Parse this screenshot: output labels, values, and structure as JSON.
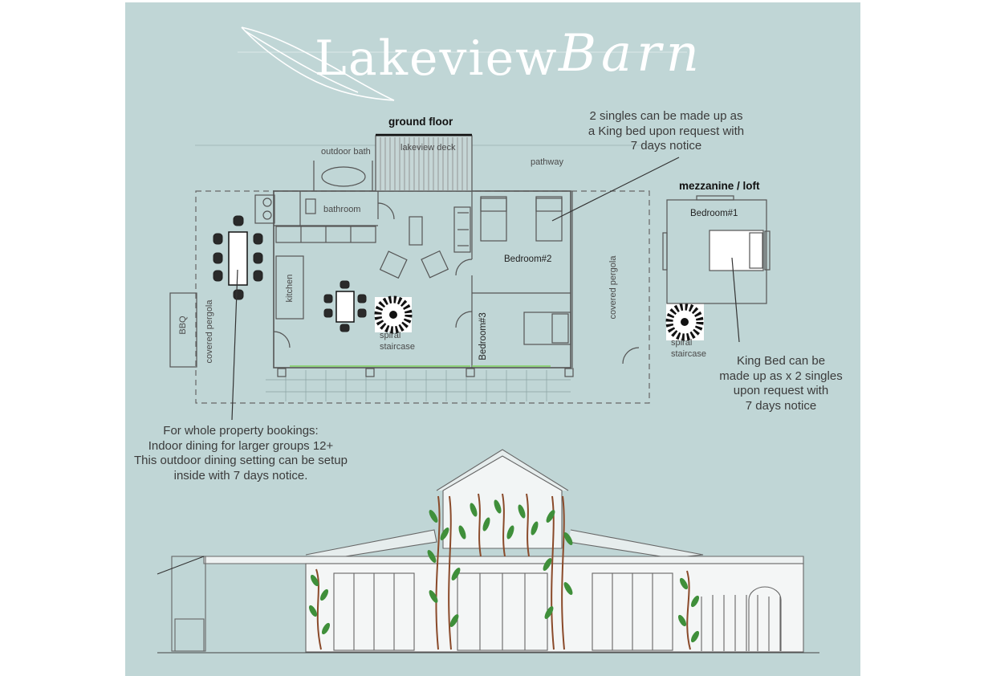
{
  "title": {
    "main": "Lakeview",
    "script": "Barn"
  },
  "ground_floor": {
    "heading": "ground floor",
    "labels": {
      "outdoor_bath": "outdoor bath",
      "lakeview_deck": "lakeview deck",
      "pathway": "pathway",
      "bathroom": "bathroom",
      "kitchen": "kitchen",
      "bbq": "BBQ",
      "covered_pergola_left": "covered pergola",
      "covered_pergola_right": "covered pergola",
      "spiral_staircase": "spiral\nstaircase",
      "bedroom2": "Bedroom#2",
      "bedroom3": "Bedroom#3"
    }
  },
  "mezzanine": {
    "heading": "mezzanine / loft",
    "bedroom1": "Bedroom#1",
    "spiral_staircase": "spiral\nstaircase"
  },
  "notes": {
    "singles": "2 singles can be made up as\na King bed upon request with\n7 days notice",
    "king": "King Bed can be\nmade up as x 2 singles\nupon request with\n7 days notice",
    "dining": "For whole property bookings:\nIndoor dining for larger groups 12+\nThis outdoor dining setting can be setup\ninside with 7 days notice."
  },
  "colors": {
    "background": "#c0d6d6",
    "line": "#555555",
    "title": "#ffffff",
    "leaf": "#3f8f3a",
    "vine": "#8a4a2a"
  }
}
